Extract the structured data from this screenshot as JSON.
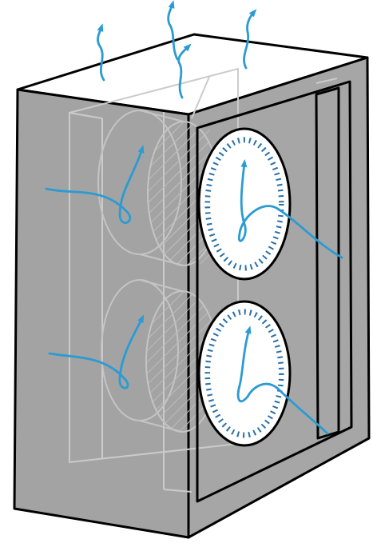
{
  "diagram": {
    "subject": "enclosure-with-two-fans-airflow",
    "colors": {
      "housing": "#a6a6a6",
      "housing_side": "#9d9d9d",
      "top_face": "#ffffff",
      "outline": "#000000",
      "ghost_outline": "#c9c9c9",
      "fan_opening": "#ffffff",
      "fan_blades": "#2a6fa8",
      "airflow": "#2b9bd3"
    },
    "components": {
      "fans": [
        {
          "id": "upper-fan"
        },
        {
          "id": "lower-fan"
        }
      ],
      "airflow_arrows": [
        {
          "id": "exhaust-arrow-1",
          "direction": "up"
        },
        {
          "id": "exhaust-arrow-2",
          "direction": "up"
        },
        {
          "id": "exhaust-arrow-3",
          "direction": "up"
        },
        {
          "id": "exhaust-arrow-4",
          "direction": "up"
        },
        {
          "id": "intake-arrow-upper-left",
          "direction": "in"
        },
        {
          "id": "intake-arrow-lower-left",
          "direction": "in"
        },
        {
          "id": "intake-arrow-upper-right",
          "direction": "in"
        },
        {
          "id": "intake-arrow-lower-right",
          "direction": "in"
        }
      ]
    }
  }
}
